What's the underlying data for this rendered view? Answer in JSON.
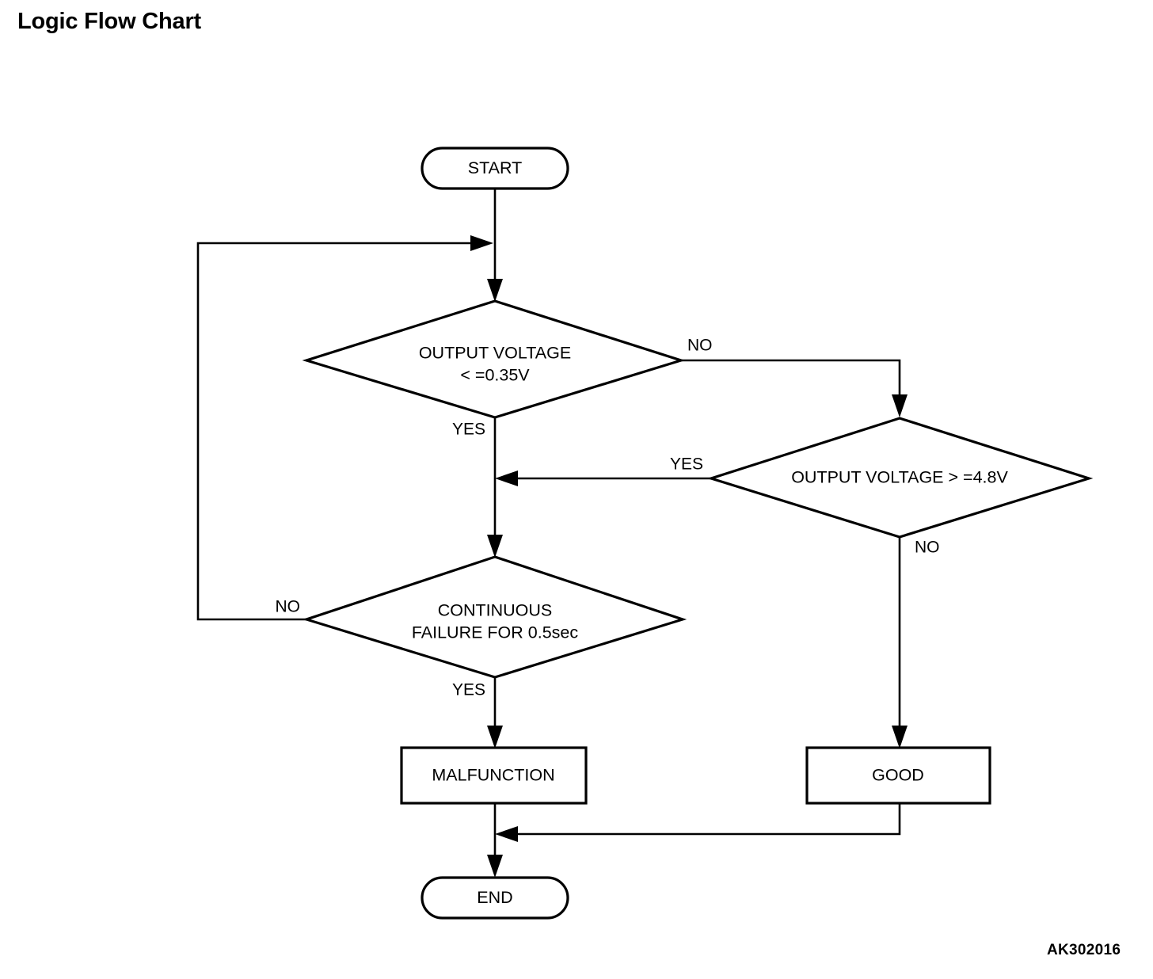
{
  "title": "Logic Flow Chart",
  "figure_code": "AK302016",
  "nodes": {
    "start": {
      "label": "START",
      "shape": "stadium"
    },
    "decision_low": {
      "label_line1": "OUTPUT VOLTAGE",
      "label_line2": "< =0.35V",
      "shape": "diamond"
    },
    "decision_high": {
      "label_line1": "OUTPUT VOLTAGE > =4.8V",
      "shape": "diamond"
    },
    "decision_continuous": {
      "label_line1": "CONTINUOUS",
      "label_line2": "FAILURE FOR 0.5sec",
      "shape": "diamond"
    },
    "malfunction": {
      "label": "MALFUNCTION",
      "shape": "rectangle"
    },
    "good": {
      "label": "GOOD",
      "shape": "rectangle"
    },
    "end": {
      "label": "END",
      "shape": "stadium"
    }
  },
  "edge_labels": {
    "low_no": "NO",
    "low_yes": "YES",
    "high_yes": "YES",
    "high_no": "NO",
    "continuous_no": "NO",
    "continuous_yes": "YES"
  },
  "colors": {
    "ink": "#000000",
    "paper": "#ffffff"
  },
  "chart_data": {
    "type": "diagram",
    "title": "Logic Flow Chart",
    "diagram_kind": "flowchart",
    "nodes": [
      {
        "id": "start",
        "text": "START",
        "shape": "stadium"
      },
      {
        "id": "decision_low",
        "text": "OUTPUT VOLTAGE < =0.35V",
        "shape": "diamond"
      },
      {
        "id": "decision_high",
        "text": "OUTPUT VOLTAGE > =4.8V",
        "shape": "diamond"
      },
      {
        "id": "decision_continuous",
        "text": "CONTINUOUS FAILURE FOR 0.5sec",
        "shape": "diamond"
      },
      {
        "id": "malfunction",
        "text": "MALFUNCTION",
        "shape": "rectangle"
      },
      {
        "id": "good",
        "text": "GOOD",
        "shape": "rectangle"
      },
      {
        "id": "end",
        "text": "END",
        "shape": "stadium"
      }
    ],
    "edges": [
      {
        "from": "start",
        "to": "decision_low",
        "label": ""
      },
      {
        "from": "decision_low",
        "to": "decision_continuous",
        "label": "YES"
      },
      {
        "from": "decision_low",
        "to": "decision_high",
        "label": "NO"
      },
      {
        "from": "decision_high",
        "to": "decision_continuous",
        "label": "YES"
      },
      {
        "from": "decision_high",
        "to": "good",
        "label": "NO"
      },
      {
        "from": "decision_continuous",
        "to": "decision_low",
        "label": "NO"
      },
      {
        "from": "decision_continuous",
        "to": "malfunction",
        "label": "YES"
      },
      {
        "from": "malfunction",
        "to": "end",
        "label": ""
      },
      {
        "from": "good",
        "to": "end",
        "label": ""
      }
    ]
  }
}
